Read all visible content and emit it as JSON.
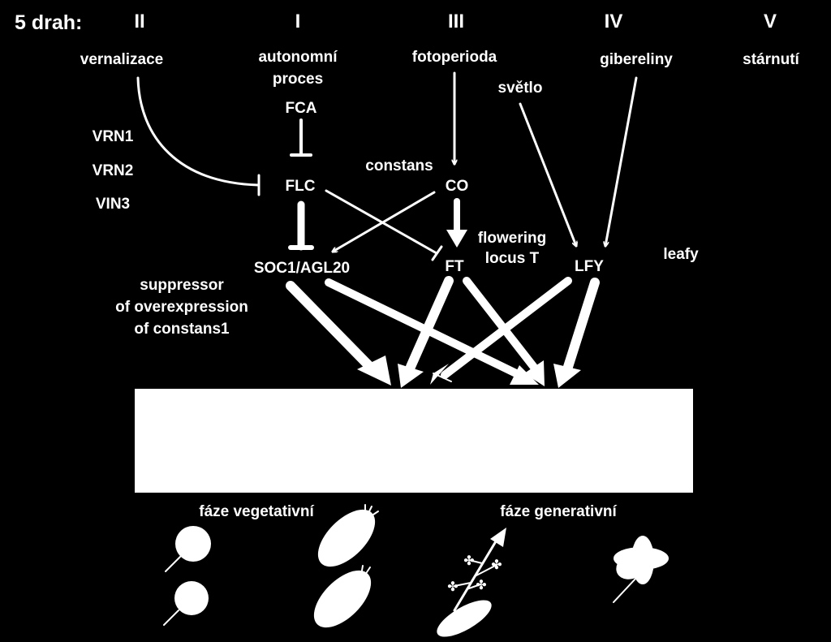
{
  "title": "5 drah:",
  "pathways": [
    {
      "numeral": "II",
      "name": "vernalizace"
    },
    {
      "numeral": "I",
      "name_line1": "autonomní",
      "name_line2": "proces"
    },
    {
      "numeral": "III",
      "name": "fotoperioda"
    },
    {
      "numeral": "IV",
      "name": "gibereliny"
    },
    {
      "numeral": "V",
      "name": "stárnutí"
    }
  ],
  "genes": {
    "vrn1": "VRN1",
    "vrn2": "VRN2",
    "vin3": "VIN3",
    "fca": "FCA",
    "flc": "FLC",
    "co": "CO",
    "constans": "constans",
    "svetlo": "světlo",
    "soc1": "SOC1/AGL20",
    "ft": "FT",
    "lfy": "LFY",
    "leafy": "leafy",
    "flowering_line1": "flowering",
    "flowering_line2": "locus T",
    "suppressor_line1": "suppressor",
    "suppressor_line2": "of overexpression",
    "suppressor_line3": "of constans1"
  },
  "phases": {
    "vegetative": "fáze vegetativní",
    "generative": "fáze generativní"
  }
}
